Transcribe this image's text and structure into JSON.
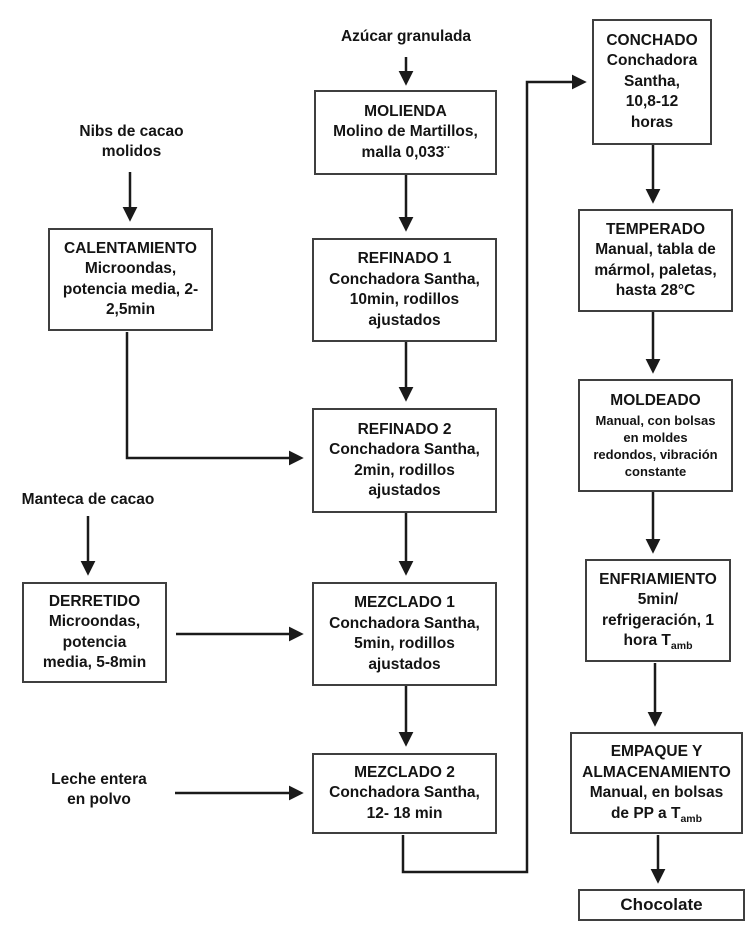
{
  "inputs": {
    "azucar": "Azúcar granulada",
    "nibs": [
      "Nibs de cacao",
      "molidos"
    ],
    "manteca": "Manteca de cacao",
    "leche": [
      "Leche entera",
      "en polvo"
    ]
  },
  "boxes": {
    "molienda": {
      "lines": [
        "MOLIENDA",
        "Molino de Martillos,",
        "malla 0,033¨"
      ]
    },
    "conchado": {
      "lines": [
        "CONCHADO",
        "Conchadora",
        "Santha,",
        "10,8-12",
        "horas"
      ]
    },
    "calentamiento": {
      "lines": [
        "CALENTAMIENTO",
        "Microondas,",
        "potencia media, 2-",
        "2,5min"
      ]
    },
    "refinado1": {
      "lines": [
        "REFINADO 1",
        "Conchadora Santha,",
        "10min, rodillos",
        "ajustados"
      ]
    },
    "refinado2": {
      "lines": [
        "REFINADO 2",
        "Conchadora Santha,",
        "2min, rodillos",
        "ajustados"
      ]
    },
    "derretido": {
      "lines": [
        "DERRETIDO",
        "Microondas,",
        "potencia",
        "media, 5-8min"
      ]
    },
    "mezclado1": {
      "lines": [
        "MEZCLADO 1",
        "Conchadora Santha,",
        "5min, rodillos",
        "ajustados"
      ]
    },
    "mezclado2": {
      "lines": [
        "MEZCLADO 2",
        "Conchadora Santha,",
        "12- 18 min"
      ]
    },
    "temperado": {
      "lines": [
        "TEMPERADO",
        "Manual, tabla de",
        "mármol, paletas,",
        "hasta 28°C"
      ]
    },
    "moldeado": {
      "lines": [
        "MOLDEADO",
        "Manual, con bolsas",
        "en moldes",
        "redondos, vibración",
        "constante"
      ]
    },
    "enfriamiento": {
      "lines": [
        "ENFRIAMIENTO",
        "5min/",
        "refrigeración, 1"
      ],
      "sub_prefix": "hora T",
      "sub": "amb"
    },
    "empaque": {
      "lines": [
        "EMPAQUE Y",
        "ALMACENAMIENTO",
        "Manual, en bolsas"
      ],
      "sub_prefix": "de PP a T",
      "sub": "amb"
    },
    "chocolate": {
      "lines": [
        "Chocolate"
      ]
    }
  },
  "colors": {
    "line": "#1a1a1a",
    "border": "#3f3f3f",
    "text": "#141414",
    "background": "#ffffff"
  }
}
